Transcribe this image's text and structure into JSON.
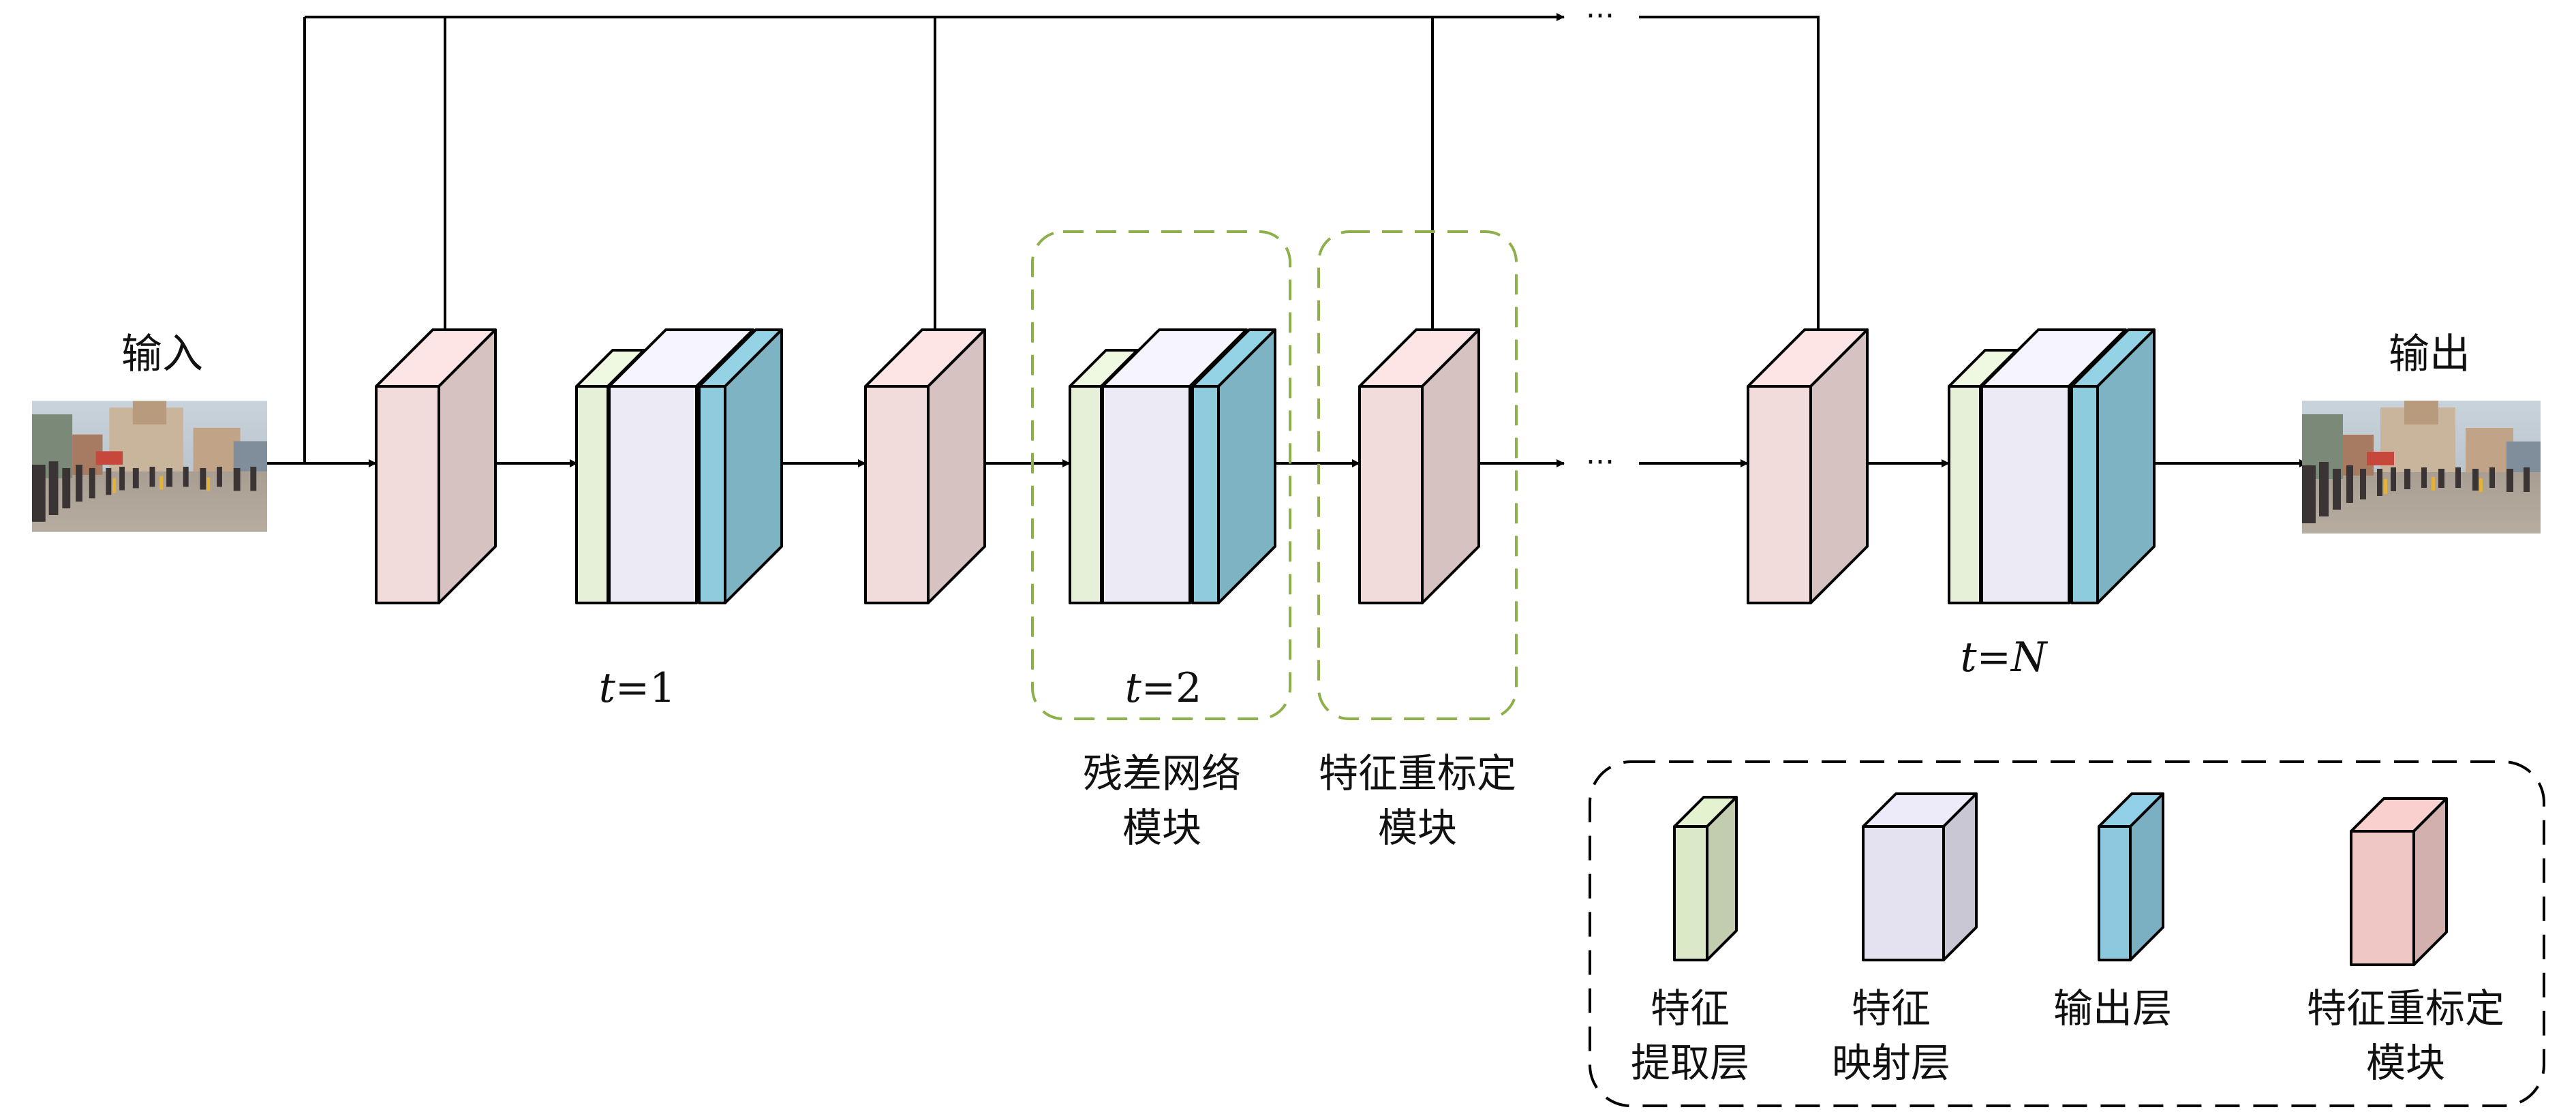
{
  "labels": {
    "input": "输入",
    "output": "输出",
    "ellipsis": "···"
  },
  "steps": [
    {
      "t_var": "t",
      "t_eq": "=",
      "t_val": "1"
    },
    {
      "t_var": "t",
      "t_eq": "=",
      "t_val": "2"
    },
    {
      "t_var": "t",
      "t_eq": "=",
      "t_val": "N"
    }
  ],
  "highlight_captions": {
    "residual": [
      "残差网络",
      "模块"
    ],
    "recalibration": [
      "特征重标定",
      "模块"
    ]
  },
  "legend": [
    {
      "lines": [
        "特征",
        "提取层"
      ],
      "color": "#dce9c8"
    },
    {
      "lines": [
        "特征",
        "映射层"
      ],
      "color": "#e4e2f0"
    },
    {
      "lines": [
        "输出层"
      ],
      "color": "#8cc8de"
    },
    {
      "lines": [
        "特征重标定",
        "模块"
      ],
      "color": "#efc8c6"
    }
  ],
  "colors": {
    "extract": "#e6efd8",
    "mapping": "#ecebf5",
    "output": "#8ecbdc",
    "recal": "#f2dcdb",
    "highlight_box": "#8db04b",
    "line": "#000000"
  }
}
